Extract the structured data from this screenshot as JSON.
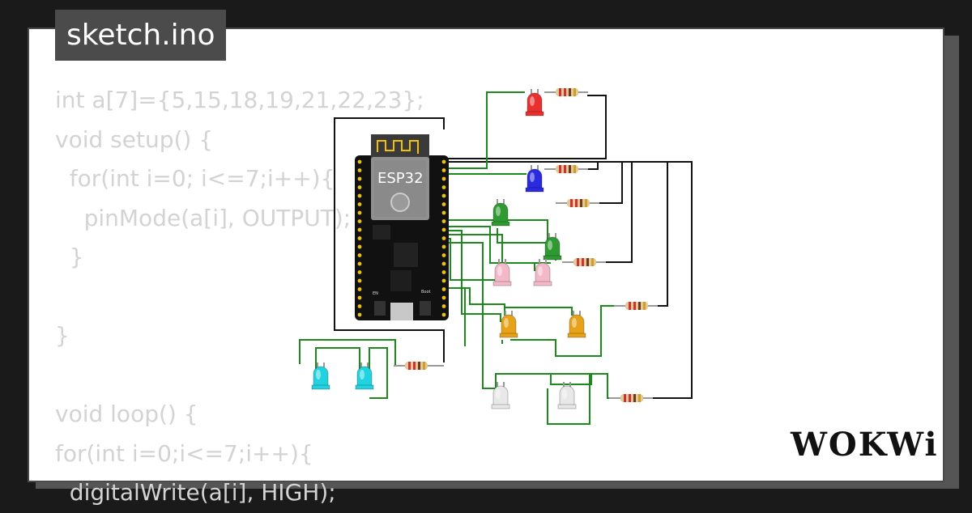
{
  "tab": {
    "title": "sketch.ino"
  },
  "code": {
    "lines": [
      "int a[7]={5,15,18,19,21,22,23};",
      "void setup() {",
      "  for(int i=0; i<=7;i++){",
      "    pinMode(a[i], OUTPUT);",
      "  }",
      "",
      "}",
      "",
      "void loop() {",
      "for(int i=0;i<=7;i++){",
      "  digitalWrite(a[i], HIGH);"
    ]
  },
  "board": {
    "label": "ESP32",
    "boot_label": "Boot",
    "en_label": "EN"
  },
  "leds": [
    {
      "name": "red",
      "color": "#e8302e"
    },
    {
      "name": "blue",
      "color": "#2a2ae0"
    },
    {
      "name": "green-1",
      "color": "#2f9a32"
    },
    {
      "name": "green-2",
      "color": "#2f9a32"
    },
    {
      "name": "pink-1",
      "color": "#f3b9c9"
    },
    {
      "name": "pink-2",
      "color": "#f3b9c9"
    },
    {
      "name": "yellow-1",
      "color": "#e6a317"
    },
    {
      "name": "yellow-2",
      "color": "#e6a317"
    },
    {
      "name": "white-1",
      "color": "#e8e8e8"
    },
    {
      "name": "white-2",
      "color": "#e8e8e8"
    },
    {
      "name": "cyan-1",
      "color": "#21d3e0"
    },
    {
      "name": "cyan-2",
      "color": "#21d3e0"
    }
  ],
  "logo": {
    "text": "WOKWi"
  }
}
